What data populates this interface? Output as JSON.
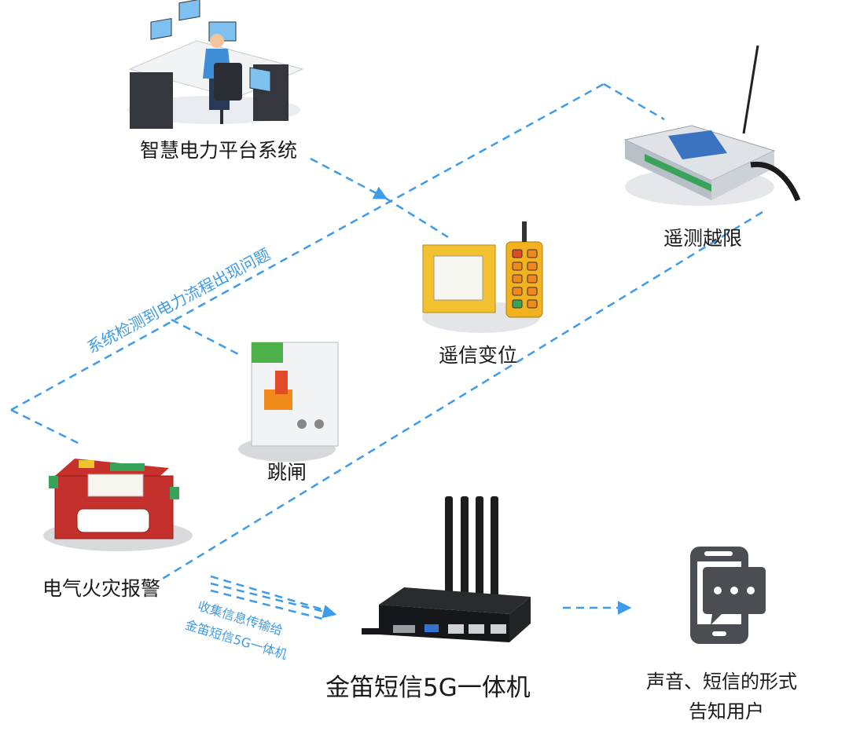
{
  "nodes": {
    "platform": "智慧电力平台系统",
    "telemetry": "遥测越限",
    "telesignal": "遥信变位",
    "trip": "跳闸",
    "fire_alarm": "电气火灾报警",
    "sms_device": "金笛短信5G一体机",
    "notify_line1": "声音、短信的形式",
    "notify_line2": "告知用户"
  },
  "annotations": {
    "detect": "系统检测到电力流程出现问题",
    "collect_line1": "收集信息传输给",
    "collect_line2": "金笛短信5G一体机"
  },
  "colors": {
    "flow_line": "#3d9be9",
    "label_text": "#1a1a1a",
    "annotation_text": "#3d9be9"
  }
}
